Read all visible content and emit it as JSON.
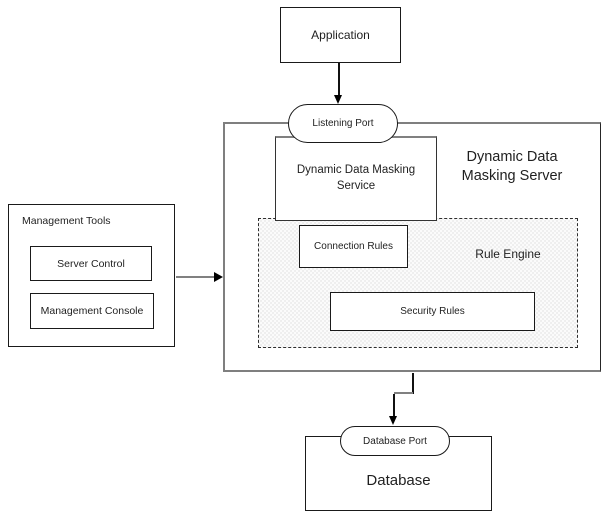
{
  "diagram": {
    "application": {
      "label": "Application"
    },
    "listening_port": {
      "label": "Listening Port"
    },
    "server": {
      "title": "Dynamic Data Masking Server"
    },
    "service": {
      "label": "Dynamic Data Masking Service"
    },
    "rule_engine": {
      "label": "Rule Engine"
    },
    "connection_rules": {
      "label": "Connection Rules"
    },
    "security_rules": {
      "label": "Security Rules"
    },
    "management_tools": {
      "label": "Management Tools"
    },
    "server_control": {
      "label": "Server Control"
    },
    "management_console": {
      "label": "Management Console"
    },
    "database_port": {
      "label": "Database Port"
    },
    "database": {
      "label": "Database"
    },
    "colors": {
      "box_border": "#1a1a1a",
      "gray_line": "#808080",
      "rule_engine_bg": "#fbfbfb",
      "background": "#ffffff"
    }
  }
}
